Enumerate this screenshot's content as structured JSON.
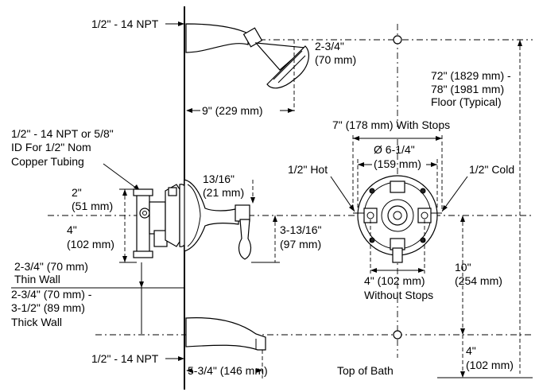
{
  "labels": {
    "npt_top": "1/2\" - 14 NPT",
    "head_proj_in": "2-3/4\"",
    "head_proj_mm": "(70 mm)",
    "arm_reach": "9\" (229 mm)",
    "floor_height_1": "72\" (1829 mm) -",
    "floor_height_2": "78\" (1981 mm)",
    "floor_height_3": "Floor (Typical)",
    "npt_copper_1": "1/2\" - 14 NPT or 5/8\"",
    "npt_copper_2": "ID For 1/2\" Nom",
    "npt_copper_3": "Copper Tubing",
    "with_stops": "7\" (178 mm) With Stops",
    "dia_in": "Ø 6-1/4\"",
    "dia_mm": "(159 mm)",
    "hot": "1/2\" Hot",
    "cold": "1/2\" Cold",
    "handle_in": "13/16\"",
    "handle_mm": "(21 mm)",
    "two_in": "2\"",
    "two_mm": "(51 mm)",
    "four_in": "4\"",
    "four_mm": "(102 mm)",
    "handle_drop_in": "3-13/16\"",
    "handle_drop_mm": "(97 mm)",
    "thin_wall_1": "2-3/4\" (70 mm)",
    "thin_wall_2": "Thin Wall",
    "thick_wall_1": "2-3/4\" (70 mm) -",
    "thick_wall_2": "3-1/2\" (89 mm)",
    "thick_wall_3": "Thick Wall",
    "without_stops_1": "4\" (102 mm)",
    "without_stops_2": "Without Stops",
    "ten_in": "10\"",
    "ten_mm": "(254 mm)",
    "npt_bottom": "1/2\" - 14 NPT",
    "spout_reach": "5-3/4\" (146 mm)",
    "top_of_bath": "Top of Bath",
    "bath_in": "4\"",
    "bath_mm": "(102 mm)"
  }
}
